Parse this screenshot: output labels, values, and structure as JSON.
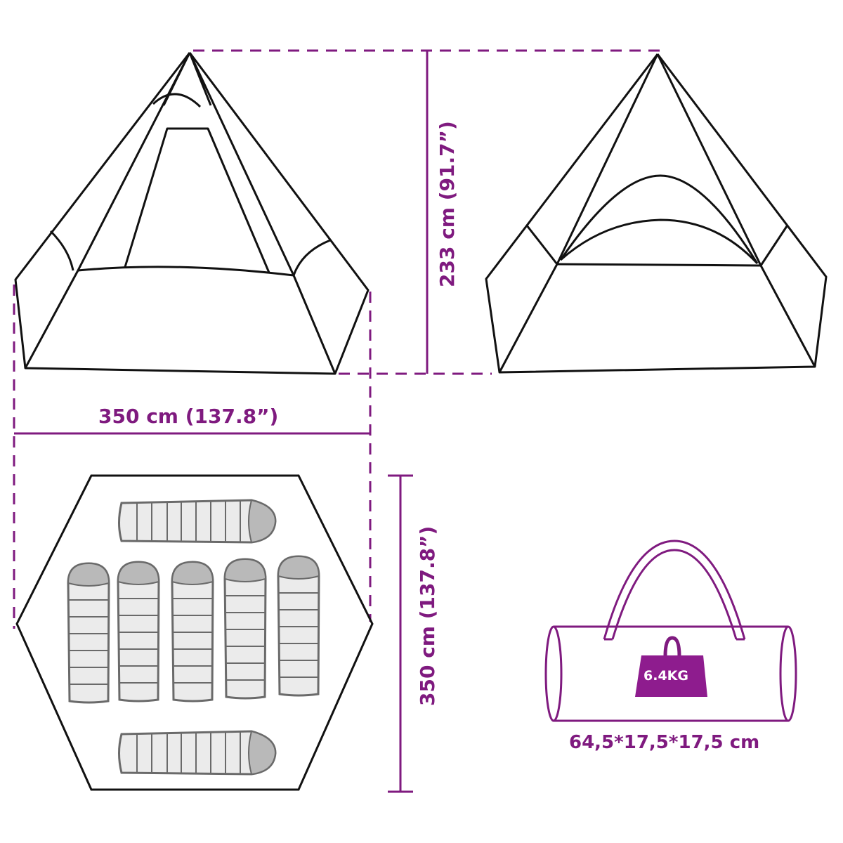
{
  "colors": {
    "dimension": "#7f1a7f",
    "outline": "#111111",
    "bag_fill": "#ebebeb",
    "bag_head": "#b9b9b9",
    "bag_stroke": "#6a6a6a"
  },
  "front_view": {
    "width_label": "350 cm (137.8”)"
  },
  "side_view": {
    "height_label": "233 cm (91.7”)"
  },
  "floor_plan": {
    "depth_label": "350 cm (137.8”)",
    "sleeping_bags": 7
  },
  "carry_bag": {
    "weight_label": "6.4KG",
    "dimensions_label": "64,5*17,5*17,5 cm",
    "icon": "weight-icon"
  }
}
